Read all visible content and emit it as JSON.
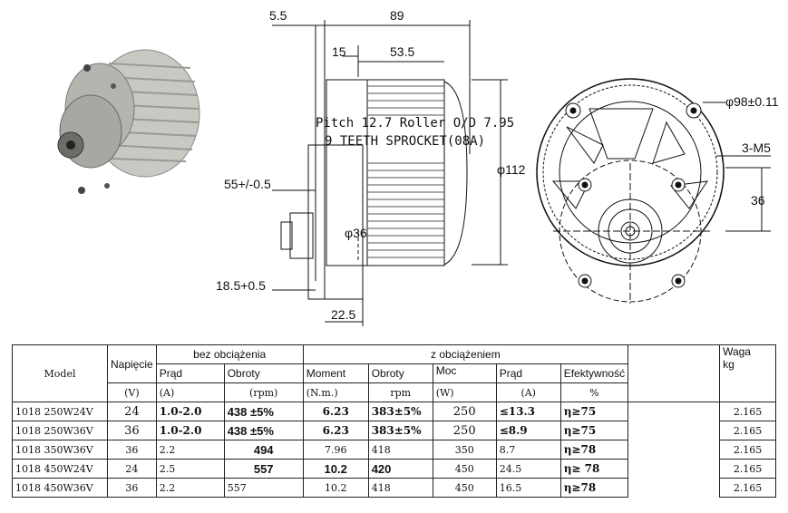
{
  "drawing": {
    "dims": {
      "d_5_5": "5.5",
      "d_89": "89",
      "d_15": "15",
      "d_53_5": "53.5",
      "pitch": "Pitch 12.7 Roller O/D 7.95",
      "sprocket": "9 TEETH SPROCKET(08A)",
      "d_55": "55+/-0.5",
      "d_112": "φ112",
      "d_36_inner": "φ36",
      "d_18_5": "18.5+0.5",
      "d_22_5": "22.5",
      "d_98": "φ98±0.11",
      "m5": "3-M5",
      "d_36_side": "36"
    }
  },
  "table": {
    "model_header": "Model",
    "no_load_header": "bez obciążenia",
    "load_header": "z obciążeniem",
    "weight_header": "Waga\nkg",
    "voltage_header": "Napięcie",
    "current_header": "Prąd",
    "speed_header": "Obroty",
    "torque_header": "Moment",
    "speed2_header": "Obroty",
    "power_header": "Moc",
    "current2_header": "Prąd",
    "efficiency_header": "Efektywność",
    "units": {
      "voltage": "(V)",
      "current": "(A)",
      "speed": "(rpm)",
      "torque": "(N.m.)",
      "speed2": "rpm",
      "power": "(W)",
      "current2": "(A)",
      "efficiency": "%"
    },
    "rows": [
      {
        "model": "1018 250W24V",
        "voltage": "24",
        "current": "1.0-2.0",
        "speed": "438 ±5%",
        "torque": "6.23",
        "speed2": "383±5%",
        "power": "250",
        "current2": "≤13.3",
        "efficiency": "η≥75",
        "weight": "2.165"
      },
      {
        "model": "1018 250W36V",
        "voltage": "36",
        "current": "1.0-2.0",
        "speed": "438 ±5%",
        "torque": "6.23",
        "speed2": "383±5%",
        "power": "250",
        "current2": "≤8.9",
        "efficiency": "η≥75",
        "weight": "2.165"
      },
      {
        "model": "1018  350W36V",
        "voltage": "36",
        "current": "2.2",
        "speed": "494",
        "torque": "7.96",
        "speed2": "418",
        "power": "350",
        "current2": "8.7",
        "efficiency": "η≥78",
        "weight": "2.165"
      },
      {
        "model": "1018  450W24V",
        "voltage": "24",
        "current": "2.5",
        "speed": "557",
        "torque": "10.2",
        "speed2": "420",
        "power": "450",
        "current2": "24.5",
        "efficiency": "η≥ 78",
        "weight": "2.165"
      },
      {
        "model": "1018  450W36V",
        "voltage": "36",
        "current": "2.2",
        "speed": "557",
        "torque": "10.2",
        "speed2": "418",
        "power": "450",
        "current2": "16.5",
        "efficiency": "η≥78",
        "weight": "2.165"
      }
    ]
  }
}
